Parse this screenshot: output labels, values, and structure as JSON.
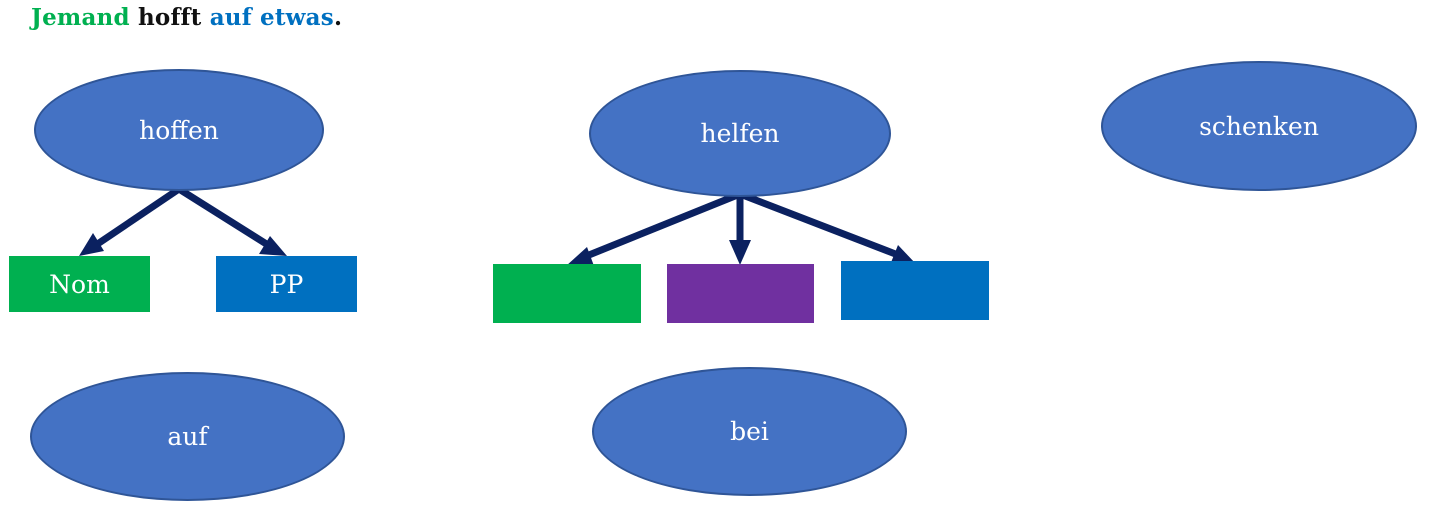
{
  "title": {
    "part1": "Jemand",
    "part2": "hofft",
    "part3": "auf etwas",
    "part4": "."
  },
  "colors": {
    "green": "#00B050",
    "blue": "#0070C0",
    "purple": "#7030A0",
    "oval_fill": "#4472C4",
    "arrow": "#0B2160"
  },
  "diagrams": {
    "hoffen": {
      "verb": "hoffen",
      "slots": [
        "Nom",
        "PP"
      ]
    },
    "helfen": {
      "verb": "helfen",
      "slots": [
        "",
        "",
        ""
      ]
    },
    "schenken": {
      "verb": "schenken"
    }
  },
  "prepositions": [
    "auf",
    "bei"
  ]
}
